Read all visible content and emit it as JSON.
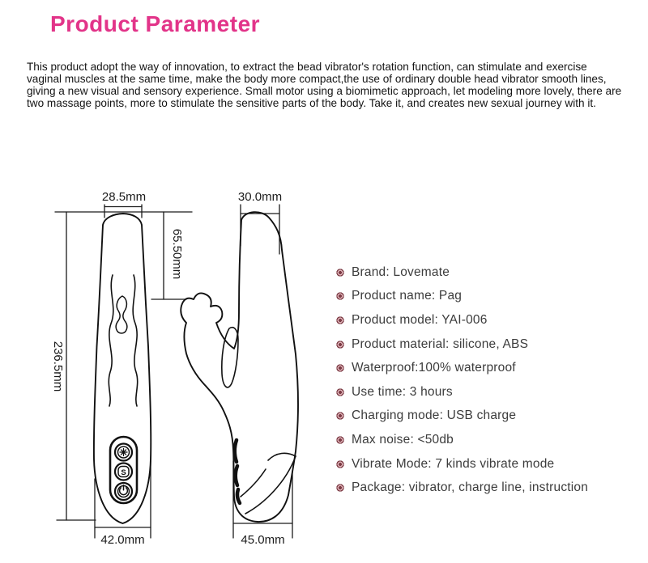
{
  "title": "Product Parameter",
  "title_color": "#e23489",
  "bullet_color": "#7d3c46",
  "description": "This product adopt the way of innovation, to extract the bead vibrator's rotation function, can stimulate and exercise vaginal muscles at the same time, make the body more compact,the use of ordinary double head vibrator smooth lines, giving a new visual and sensory experience. Small motor using a biomimetic approach, let modeling more lovely, there are two massage points, more to stimulate the sensitive parts of the body. Take it, and creates new sexual journey with it.",
  "diagram": {
    "front_view": {
      "top_width": "28.5mm",
      "head_length": "65.50mm",
      "total_length": "236.5mm",
      "bottom_width": "42.0mm"
    },
    "side_view": {
      "top_width": "30.0mm",
      "bottom_width": "45.0mm"
    },
    "buttons": {
      "s_label": "S"
    }
  },
  "specs": [
    "Brand: Lovemate",
    "Product name: Pag",
    "Product model: YAI-006",
    "Product material: silicone, ABS",
    "Waterproof:100% waterproof",
    "Use time: 3 hours",
    "Charging mode: USB charge",
    "Max noise: <50db",
    "Vibrate Mode: 7 kinds vibrate mode",
    "Package: vibrator, charge line, instruction"
  ]
}
